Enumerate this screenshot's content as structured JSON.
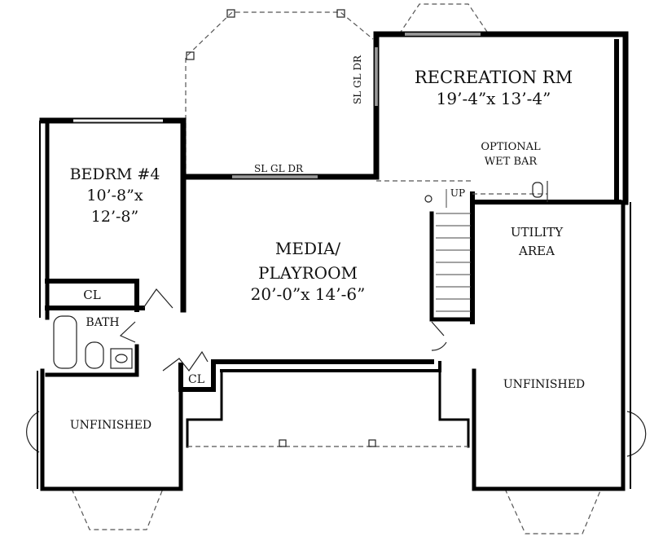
{
  "rooms": {
    "recreation": {
      "name": "RECREATION RM",
      "size": "19’-4”x 13’-4”"
    },
    "bedroom4": {
      "name": "BEDRM #4",
      "size_line1": "10’-8”x",
      "size_line2": "12’-8”"
    },
    "media": {
      "name_line1": "MEDIA/",
      "name_line2": "PLAYROOM",
      "size": "20’-0”x 14’-6”"
    },
    "utility": {
      "name_line1": "UTILITY",
      "name_line2": "AREA"
    },
    "wet_bar": {
      "line1": "OPTIONAL",
      "line2": "WET BAR"
    },
    "bath": {
      "name": "BATH"
    },
    "closet_bedroom": {
      "name": "CL"
    },
    "closet_hall": {
      "name": "CL"
    },
    "unfinished_left": {
      "name": "UNFINISHED"
    },
    "unfinished_right": {
      "name": "UNFINISHED"
    }
  },
  "labels": {
    "sliding_door_media": "SL GL DR",
    "sliding_door_rec": "SL GL DR",
    "stair_up": "UP"
  },
  "colors": {
    "wall": "#000000",
    "background": "#ffffff"
  }
}
